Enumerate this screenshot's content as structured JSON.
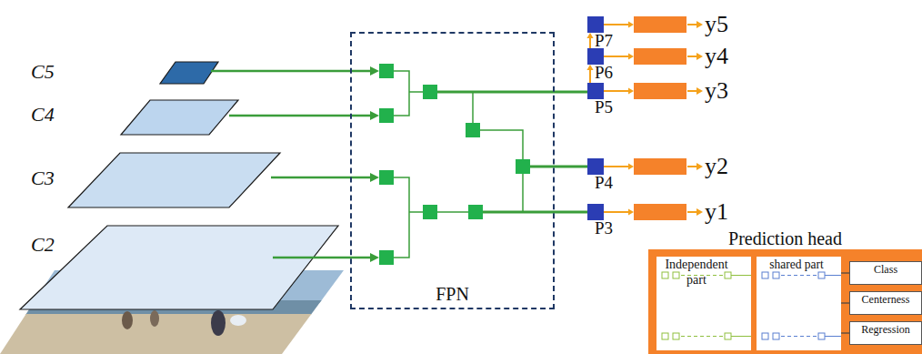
{
  "diagram": {
    "nodes": [
      {
        "text": [
          "FPN"
        ]
      },
      {
        "text": [
          "P7"
        ]
      },
      {
        "text": [
          "y5"
        ]
      },
      {
        "text": [
          "P6"
        ]
      },
      {
        "text": [
          "y4"
        ]
      },
      {
        "text": [
          "P5"
        ]
      },
      {
        "text": [
          "y3"
        ]
      },
      {
        "text": [
          "P4"
        ]
      },
      {
        "text": [
          "y2"
        ]
      },
      {
        "text": [
          "P3"
        ]
      },
      {
        "text": [
          "y1"
        ]
      },
      {
        "text": [
          "Prediction head"
        ]
      },
      {
        "text": [
          "Independent part"
        ],
        "in": 11
      },
      {
        "text": [
          "shared part"
        ],
        "in": 11
      },
      {
        "text": [
          "Class"
        ],
        "in": 11
      },
      {
        "text": [
          "Centerness"
        ],
        "in": 11
      },
      {
        "text": [
          "Regression"
        ],
        "in": 11
      }
    ],
    "edges": [
      {
        "from": 1,
        "to": 2,
        "arrow": "to"
      },
      {
        "from": 3,
        "to": 4,
        "arrow": "to"
      },
      {
        "from": 5,
        "to": 6,
        "arrow": "to"
      },
      {
        "from": 7,
        "to": 8,
        "arrow": "to"
      },
      {
        "from": 9,
        "to": 10,
        "arrow": "to"
      },
      {
        "from": 5,
        "to": 3,
        "arrow": "to"
      },
      {
        "from": 3,
        "to": 1,
        "arrow": "to"
      },
      {
        "from": 13,
        "to": 14,
        "arrow": "none"
      },
      {
        "from": 13,
        "to": 15,
        "arrow": "none"
      },
      {
        "from": 13,
        "to": 16,
        "arrow": "none"
      }
    ],
    "labels": [
      "C5",
      "C4",
      "C3",
      "C2"
    ]
  }
}
